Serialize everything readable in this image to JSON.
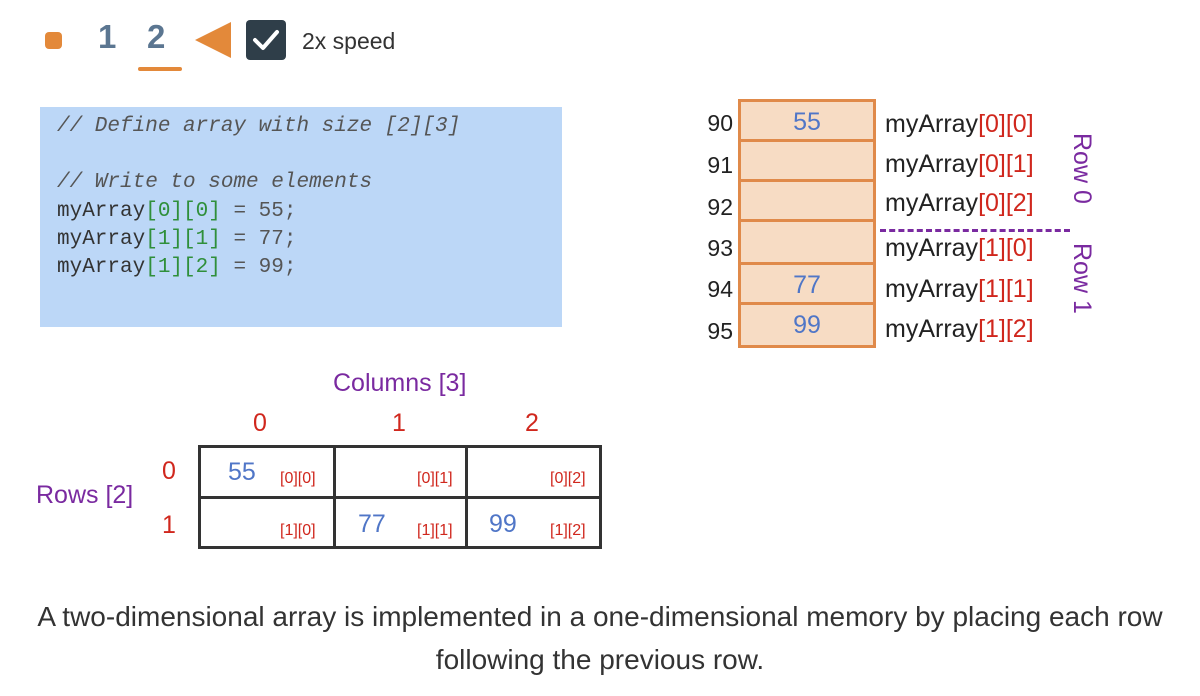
{
  "controls": {
    "steps": [
      "1",
      "2"
    ],
    "speed_label": "2x speed",
    "speed_checked": true,
    "accent_color": "#e3893a"
  },
  "code": {
    "comment1": "// Define array with size [2][3]",
    "comment2": "// Write to some elements",
    "statements": [
      {
        "var": "myArray",
        "idx": "[0][0]",
        "op": " = ",
        "val": "55;"
      },
      {
        "var": "myArray",
        "idx": "[1][1]",
        "op": " = ",
        "val": "77;"
      },
      {
        "var": "myArray",
        "idx": "[1][2]",
        "op": " = ",
        "val": "99;"
      }
    ]
  },
  "memory": {
    "rows": [
      {
        "addr": "90",
        "value": "55",
        "name": "myArray",
        "i": "[0]",
        "j": "[0]"
      },
      {
        "addr": "91",
        "value": "",
        "name": "myArray",
        "i": "[0]",
        "j": "[1]"
      },
      {
        "addr": "92",
        "value": "",
        "name": "myArray",
        "i": "[0]",
        "j": "[2]"
      },
      {
        "addr": "93",
        "value": "",
        "name": "myArray",
        "i": "[1]",
        "j": "[0]"
      },
      {
        "addr": "94",
        "value": "77",
        "name": "myArray",
        "i": "[1]",
        "j": "[1]"
      },
      {
        "addr": "95",
        "value": "99",
        "name": "myArray",
        "i": "[1]",
        "j": "[2]"
      }
    ],
    "row0_label": "Row 0",
    "row1_label": "Row 1"
  },
  "grid": {
    "columns_title": "Columns [3]",
    "rows_title": "Rows [2]",
    "col_headers": [
      "0",
      "1",
      "2"
    ],
    "row_headers": [
      "0",
      "1"
    ],
    "cells": [
      [
        {
          "value": "55",
          "index": "[0][0]"
        },
        {
          "value": "",
          "index": "[0][1]"
        },
        {
          "value": "",
          "index": "[0][2]"
        }
      ],
      [
        {
          "value": "",
          "index": "[1][0]"
        },
        {
          "value": "77",
          "index": "[1][1]"
        },
        {
          "value": "99",
          "index": "[1][2]"
        }
      ]
    ]
  },
  "caption": "A two-dimensional array is implemented in a one-dimensional memory by placing each row following the previous row."
}
